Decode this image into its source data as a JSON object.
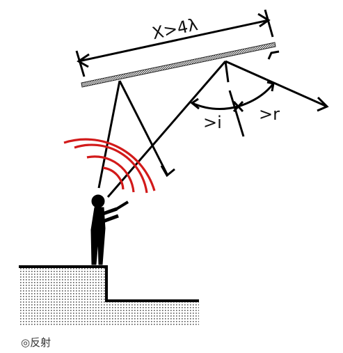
{
  "diagram": {
    "span_label": "X>4λ",
    "incidence_label": ">i",
    "reflection_label": ">r",
    "caption": "◎反射"
  },
  "colors": {
    "ink": "#000000",
    "waves": "#d21a1a",
    "ground_dots": "#555555"
  }
}
